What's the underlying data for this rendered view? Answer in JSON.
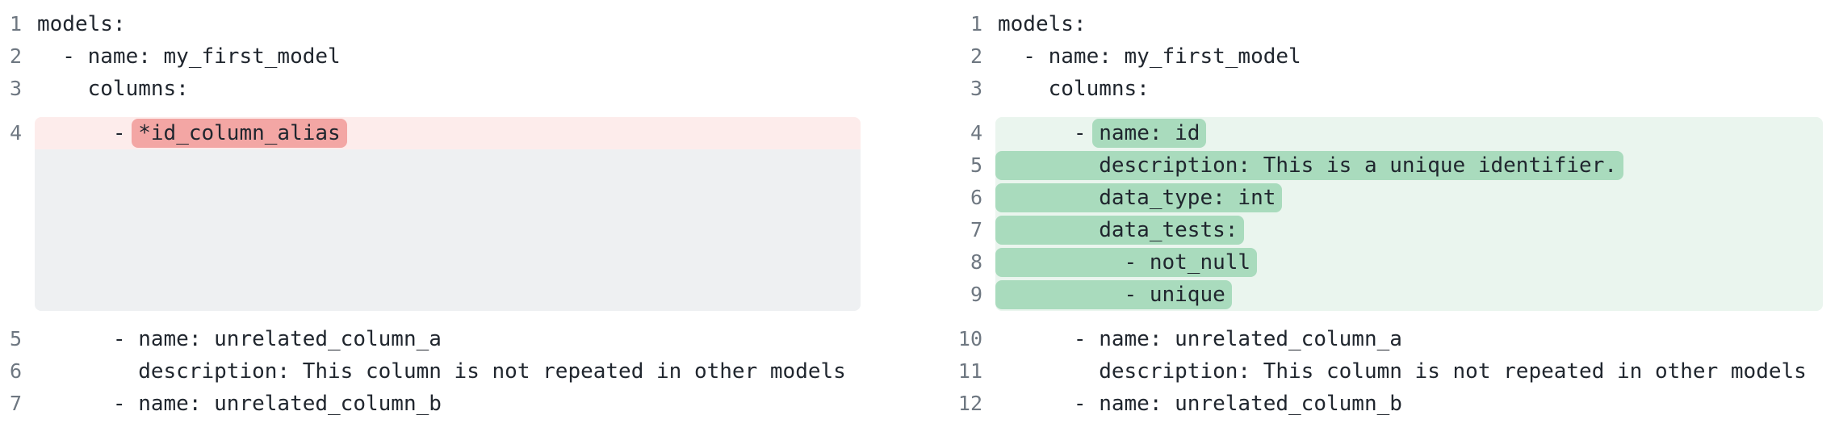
{
  "view": "side-by-side-diff",
  "language": "yaml",
  "colors": {
    "removed_line_bg": "#fdeceb",
    "removed_token_bg": "#f3a6a4",
    "filler_bg": "#eef0f2",
    "added_line_bg": "#eaf5ee",
    "added_token_bg": "#a9dbbd",
    "gutter_color": "#6e7781",
    "code_color": "#20262e"
  },
  "diff": {
    "left": {
      "lines": [
        {
          "type": "normal",
          "num": "1",
          "text": "models:"
        },
        {
          "type": "normal",
          "num": "2",
          "text": "  - name: my_first_model"
        },
        {
          "type": "normal",
          "num": "3",
          "text": "    columns:"
        },
        {
          "type": "removed",
          "num": "4",
          "prefix": "      - ",
          "token": "*id_column_alias"
        },
        {
          "type": "filler",
          "rows": 5
        },
        {
          "type": "normal",
          "num": "5",
          "text": "      - name: unrelated_column_a"
        },
        {
          "type": "normal",
          "num": "6",
          "text": "        description: This column is not repeated in other models"
        },
        {
          "type": "normal",
          "num": "7",
          "text": "      - name: unrelated_column_b"
        }
      ]
    },
    "right": {
      "lines": [
        {
          "type": "normal",
          "num": "1",
          "text": "models:"
        },
        {
          "type": "normal",
          "num": "2",
          "text": "  - name: my_first_model"
        },
        {
          "type": "normal",
          "num": "3",
          "text": "    columns:"
        },
        {
          "type": "added",
          "num": "4",
          "prefix": "      - ",
          "token": "name: id"
        },
        {
          "type": "added",
          "num": "5",
          "token": "        description: This is a unique identifier.",
          "full": true
        },
        {
          "type": "added",
          "num": "6",
          "token": "        data_type: int",
          "full": true
        },
        {
          "type": "added",
          "num": "7",
          "token": "        data_tests:",
          "full": true
        },
        {
          "type": "added",
          "num": "8",
          "token": "          - not_null",
          "full": true
        },
        {
          "type": "added",
          "num": "9",
          "token": "          - unique",
          "full": true
        },
        {
          "type": "normal",
          "num": "10",
          "text": "      - name: unrelated_column_a"
        },
        {
          "type": "normal",
          "num": "11",
          "text": "        description: This column is not repeated in other models"
        },
        {
          "type": "normal",
          "num": "12",
          "text": "      - name: unrelated_column_b"
        }
      ]
    }
  }
}
